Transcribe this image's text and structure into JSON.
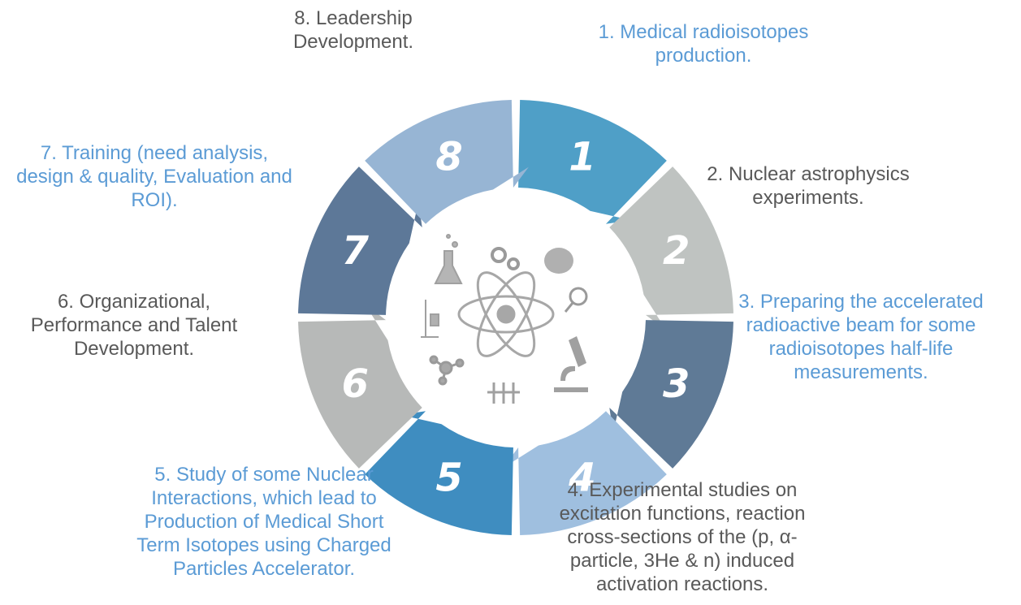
{
  "labels": {
    "item1": "1. Medical radioisotopes production.",
    "item2": "2. Nuclear astrophysics experiments.",
    "item3": "3. Preparing the accelerated radioactive beam for some radioisotopes half-life measurements.",
    "item4": "4. Experimental studies on excitation functions, reaction cross-sections of the (p, α-particle, 3He & n) induced activation reactions.",
    "item5": "5. Study of some Nuclear Interactions, which lead to Production of Medical Short Term Isotopes using Charged Particles Accelerator.",
    "item6": "6. Organizational, Performance and Talent Development.",
    "item7": "7. Training (need analysis, design & quality, Evaluation and ROI).",
    "item8": "8. Leadership Development."
  },
  "segments": [
    {
      "number": "1",
      "color": "#4f9fc7"
    },
    {
      "number": "2",
      "color": "#bfc3c1"
    },
    {
      "number": "3",
      "color": "#5f7a96"
    },
    {
      "number": "4",
      "color": "#9fbfdf"
    },
    {
      "number": "5",
      "color": "#3f8dc0"
    },
    {
      "number": "6",
      "color": "#b7b9b8"
    },
    {
      "number": "7",
      "color": "#5d7898"
    },
    {
      "number": "8",
      "color": "#97b5d4"
    }
  ],
  "colors": {
    "label_gray": "#595959",
    "label_blue": "#5b9bd5",
    "center_icons": "#9a9a9a"
  },
  "center_icons": [
    "atom-icon",
    "flask-icon",
    "gears-icon",
    "brain-icon",
    "magnifier-icon",
    "microscope-icon",
    "molecule-icon",
    "test-tubes-icon",
    "lab-stand-icon"
  ]
}
